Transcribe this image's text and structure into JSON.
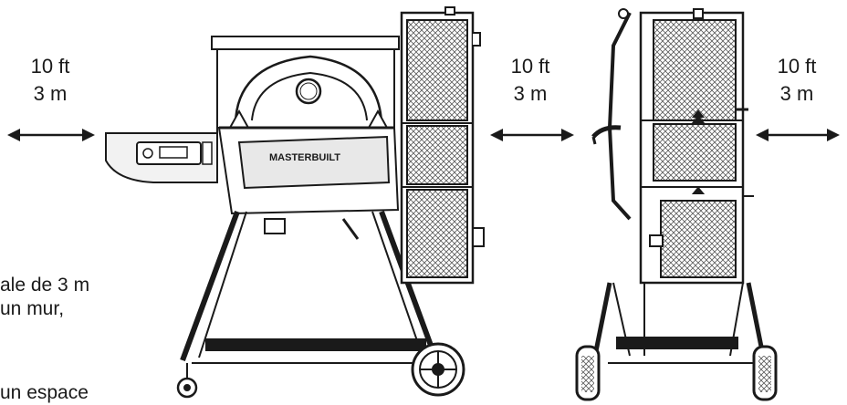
{
  "clearance": {
    "left": {
      "ft": "10 ft",
      "m": "3 m"
    },
    "middle": {
      "ft": "10 ft",
      "m": "3 m"
    },
    "right": {
      "ft": "10 ft",
      "m": "3 m"
    }
  },
  "grill_brand": "MASTERBUILT",
  "text_fragments": {
    "line1": "ale de 3 m",
    "line2": "un mur,",
    "line3": "un espace"
  },
  "colors": {
    "ink": "#1a1a1a",
    "metal": "#6b6b6b",
    "light": "#d9d9d9"
  }
}
